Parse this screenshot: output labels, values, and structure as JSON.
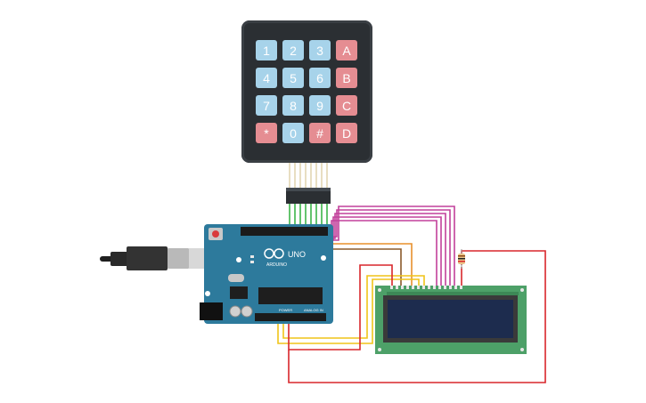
{
  "keypad": {
    "keys": [
      "1",
      "2",
      "3",
      "A",
      "4",
      "5",
      "6",
      "B",
      "7",
      "8",
      "9",
      "C",
      "*",
      "0",
      "#",
      "D"
    ]
  },
  "arduino": {
    "brand": "ARDUINO",
    "model": "UNO",
    "power_label": "POWER",
    "analog_label": "ANALOG IN"
  },
  "colors": {
    "key_number": "#a7d3ea",
    "key_letter": "#e58d92",
    "keypad_body": "#2b2f33",
    "board": "#2d7a9c",
    "lcd_pcb": "#4da068",
    "lcd_screen": "#1d2c4e",
    "wire_green": "#3db54a",
    "wire_magenta": "#c2419b",
    "wire_orange": "#e8902c",
    "wire_yellow": "#f0c419",
    "wire_red": "#d9262b",
    "wire_brown": "#8b5a2b"
  }
}
